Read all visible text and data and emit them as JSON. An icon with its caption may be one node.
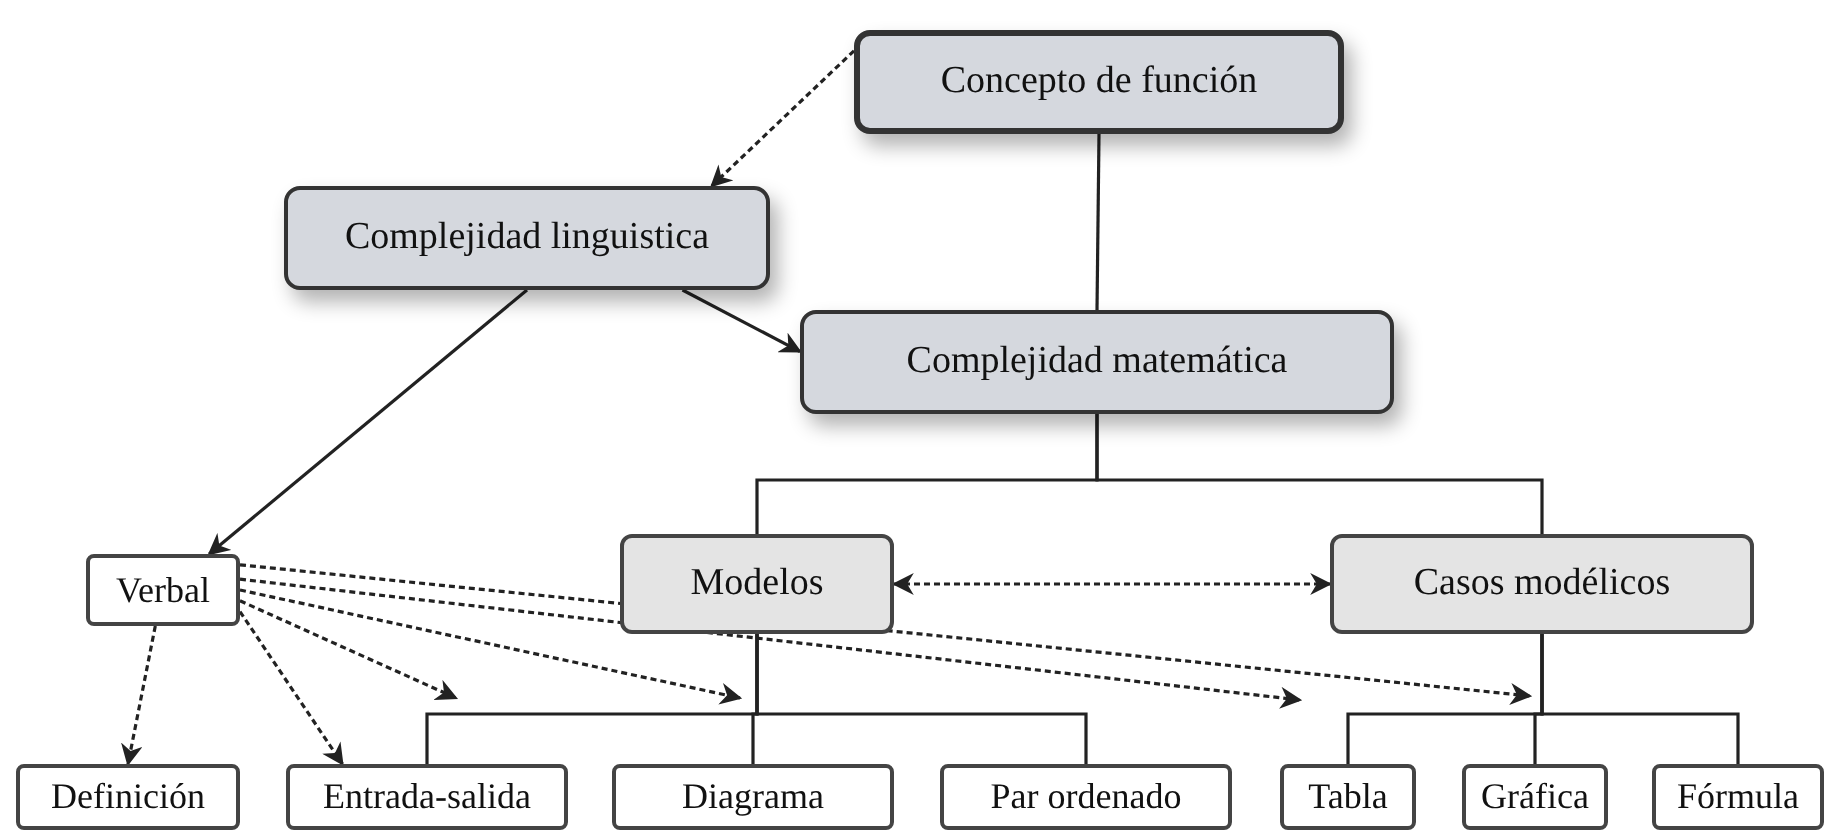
{
  "diagram": {
    "nodes": [
      {
        "text": [
          "Concepto de función"
        ]
      },
      {
        "text": [
          "Complejidad linguistica"
        ]
      },
      {
        "text": [
          "Complejidad matemática"
        ]
      },
      {
        "text": [
          "Verbal"
        ]
      },
      {
        "text": [
          "Modelos"
        ]
      },
      {
        "text": [
          "Casos modélicos"
        ]
      },
      {
        "text": [
          "Definición"
        ]
      },
      {
        "text": [
          "Entrada-salida"
        ]
      },
      {
        "text": [
          "Diagrama"
        ]
      },
      {
        "text": [
          "Par ordenado"
        ]
      },
      {
        "text": [
          "Tabla"
        ]
      },
      {
        "text": [
          "Gráfica"
        ]
      },
      {
        "text": [
          "Fórmula"
        ]
      }
    ],
    "edges": [
      {
        "from": 0,
        "to": 1,
        "arrow": "to",
        "style": "dashed"
      },
      {
        "from": 0,
        "to": 2,
        "arrow": "none"
      },
      {
        "from": 1,
        "to": 2,
        "arrow": "to"
      },
      {
        "from": 1,
        "to": 3,
        "arrow": "to"
      },
      {
        "from": 2,
        "to": 4,
        "arrow": "none"
      },
      {
        "from": 2,
        "to": 5,
        "arrow": "none"
      },
      {
        "from": 4,
        "to": 5,
        "arrow": "both",
        "style": "dashed"
      },
      {
        "from": 3,
        "to": 6,
        "arrow": "to",
        "style": "dashed"
      },
      {
        "from": 3,
        "to": 7,
        "arrow": "to",
        "style": "dashed"
      },
      {
        "from": 3,
        "to": null,
        "arrow": "to",
        "style": "dashed"
      },
      {
        "from": 3,
        "to": null,
        "arrow": "to",
        "style": "dashed"
      },
      {
        "from": 3,
        "to": null,
        "arrow": "to",
        "style": "dashed"
      },
      {
        "from": 3,
        "to": null,
        "arrow": "to",
        "style": "dashed"
      },
      {
        "from": 4,
        "to": 7,
        "arrow": "none"
      },
      {
        "from": 4,
        "to": 8,
        "arrow": "none"
      },
      {
        "from": 4,
        "to": 9,
        "arrow": "none"
      },
      {
        "from": 5,
        "to": 10,
        "arrow": "none"
      },
      {
        "from": 5,
        "to": 11,
        "arrow": "none"
      },
      {
        "from": 5,
        "to": 12,
        "arrow": "none"
      }
    ]
  }
}
